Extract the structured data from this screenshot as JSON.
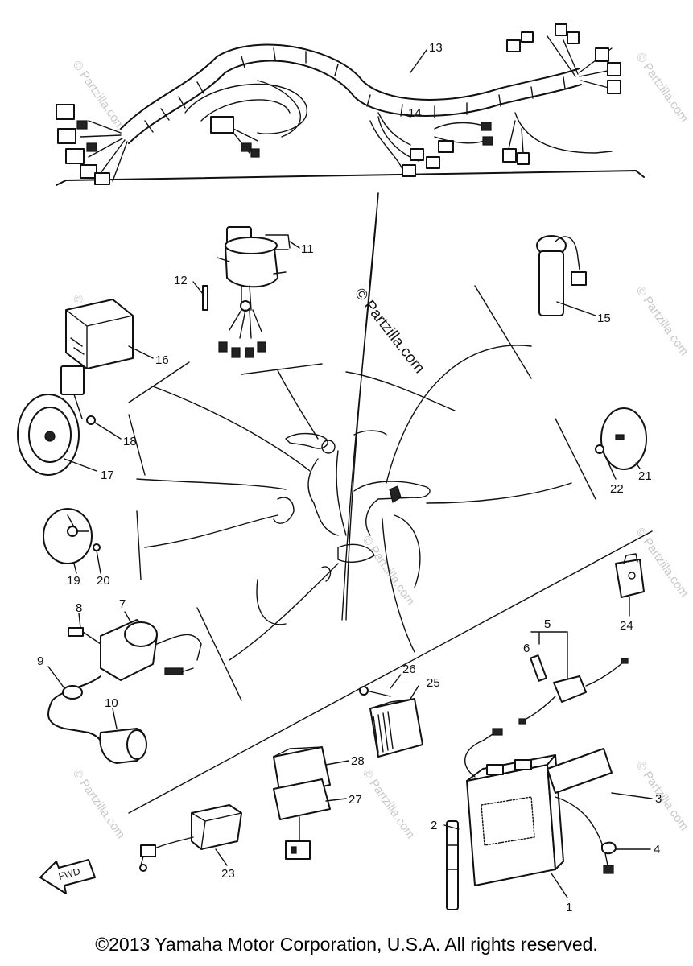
{
  "diagram": {
    "watermark_main": "© Partzilla.com",
    "watermark_faint": "© Partzilla.com",
    "fwd_label": "FWD",
    "callouts": {
      "p1": "1",
      "p2": "2",
      "p3": "3",
      "p4": "4",
      "p5": "5",
      "p6": "6",
      "p7": "7",
      "p8": "8",
      "p9": "9",
      "p10": "10",
      "p11": "11",
      "p12": "12",
      "p13": "13",
      "p14": "14",
      "p15": "15",
      "p16": "16",
      "p17": "17",
      "p18": "18",
      "p19": "19",
      "p20": "20",
      "p21": "21",
      "p22": "22",
      "p23": "23",
      "p24": "24",
      "p25": "25",
      "p26": "26",
      "p27": "27",
      "p28": "28"
    }
  },
  "footer": {
    "copyright": "©2013 Yamaha Motor Corporation, U.S.A. All rights reserved."
  }
}
